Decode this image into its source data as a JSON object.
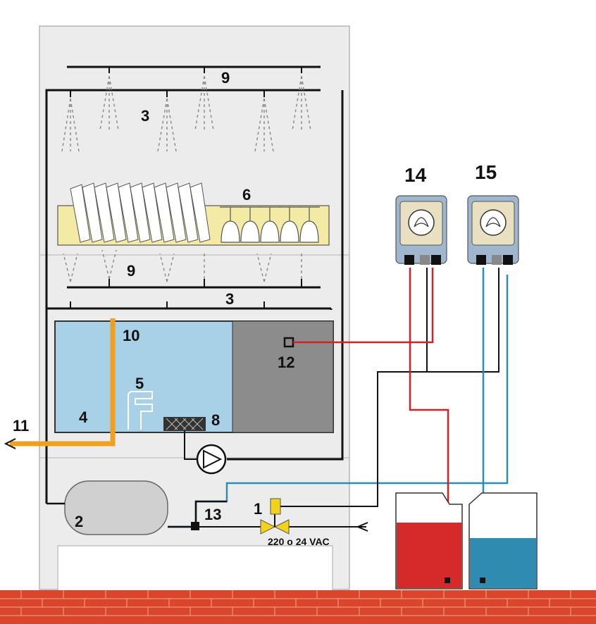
{
  "labels": {
    "spray_arm_upper": "9",
    "spray_upper": "3",
    "rack": "6",
    "spray_arm_lower": "9",
    "spray_lower": "3",
    "overflow": "10",
    "drain": "11",
    "heater": "5",
    "tank": "4",
    "filter": "8",
    "sensor": "12",
    "boiler": "2",
    "junction": "13",
    "solenoid": "1",
    "pump_detergent": "14",
    "pump_rinse": "15"
  },
  "voltage": "220 o 24 VAC",
  "colors": {
    "detergent_line": "#d4202a",
    "rinse_line": "#2a8fb0",
    "overflow_pipe": "#f0a020",
    "tank_water": "#a8d0e6",
    "tank_dark": "#8c8c8c",
    "detergent_tank": "#d42a2a",
    "rinse_tank": "#2f8cb0",
    "brick": "#d9462c",
    "rack_fill": "#f3eaa6",
    "cabinet": "#e9e9e9",
    "solenoid_valve": "#f2d21a"
  }
}
